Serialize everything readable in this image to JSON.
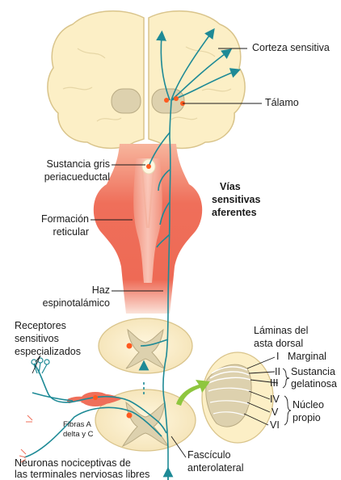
{
  "labels": {
    "corteza": "Corteza sensitiva",
    "talamo": "Tálamo",
    "sustancia_gris_1": "Sustancia gris",
    "sustancia_gris_2": "periacueductal",
    "vias_1": "Vías",
    "vias_2": "sensitivas",
    "vias_3": "aferentes",
    "formacion_1": "Formación",
    "formacion_2": "reticular",
    "haz_1": "Haz",
    "haz_2": "espinotalámico",
    "receptores_1": "Receptores",
    "receptores_2": "sensitivos",
    "receptores_3": "especializados",
    "laminas_1": "Láminas del",
    "laminas_2": "asta dorsal",
    "lamina_I": "I",
    "lamina_II": "II",
    "lamina_III": "III",
    "lamina_IV": "IV",
    "lamina_V": "V",
    "lamina_VI": "VI",
    "marginal": "Marginal",
    "sustancia_gel_1": "Sustancia",
    "sustancia_gel_2": "gelatinosa",
    "nucleo_1": "Núcleo",
    "nucleo_2": "propio",
    "fibras_1": "Fibras A",
    "fibras_2": "delta y C",
    "fasciculo_1": "Fascículo",
    "fasciculo_2": "anterolateral",
    "neuronas_1": "Neuronas nociceptivas de",
    "neuronas_2": "las terminales nerviosas libres"
  },
  "colors": {
    "cortex": "#fcefc6",
    "cortex_outline": "#d9c48b",
    "thalamus": "#ddd1ae",
    "brainstem": "#ef6f5a",
    "brainstem_light": "#f7b6a3",
    "pathway": "#1e8a96",
    "neuron_dot": "#ff5a1f",
    "arrow_green": "#8ec63f"
  }
}
